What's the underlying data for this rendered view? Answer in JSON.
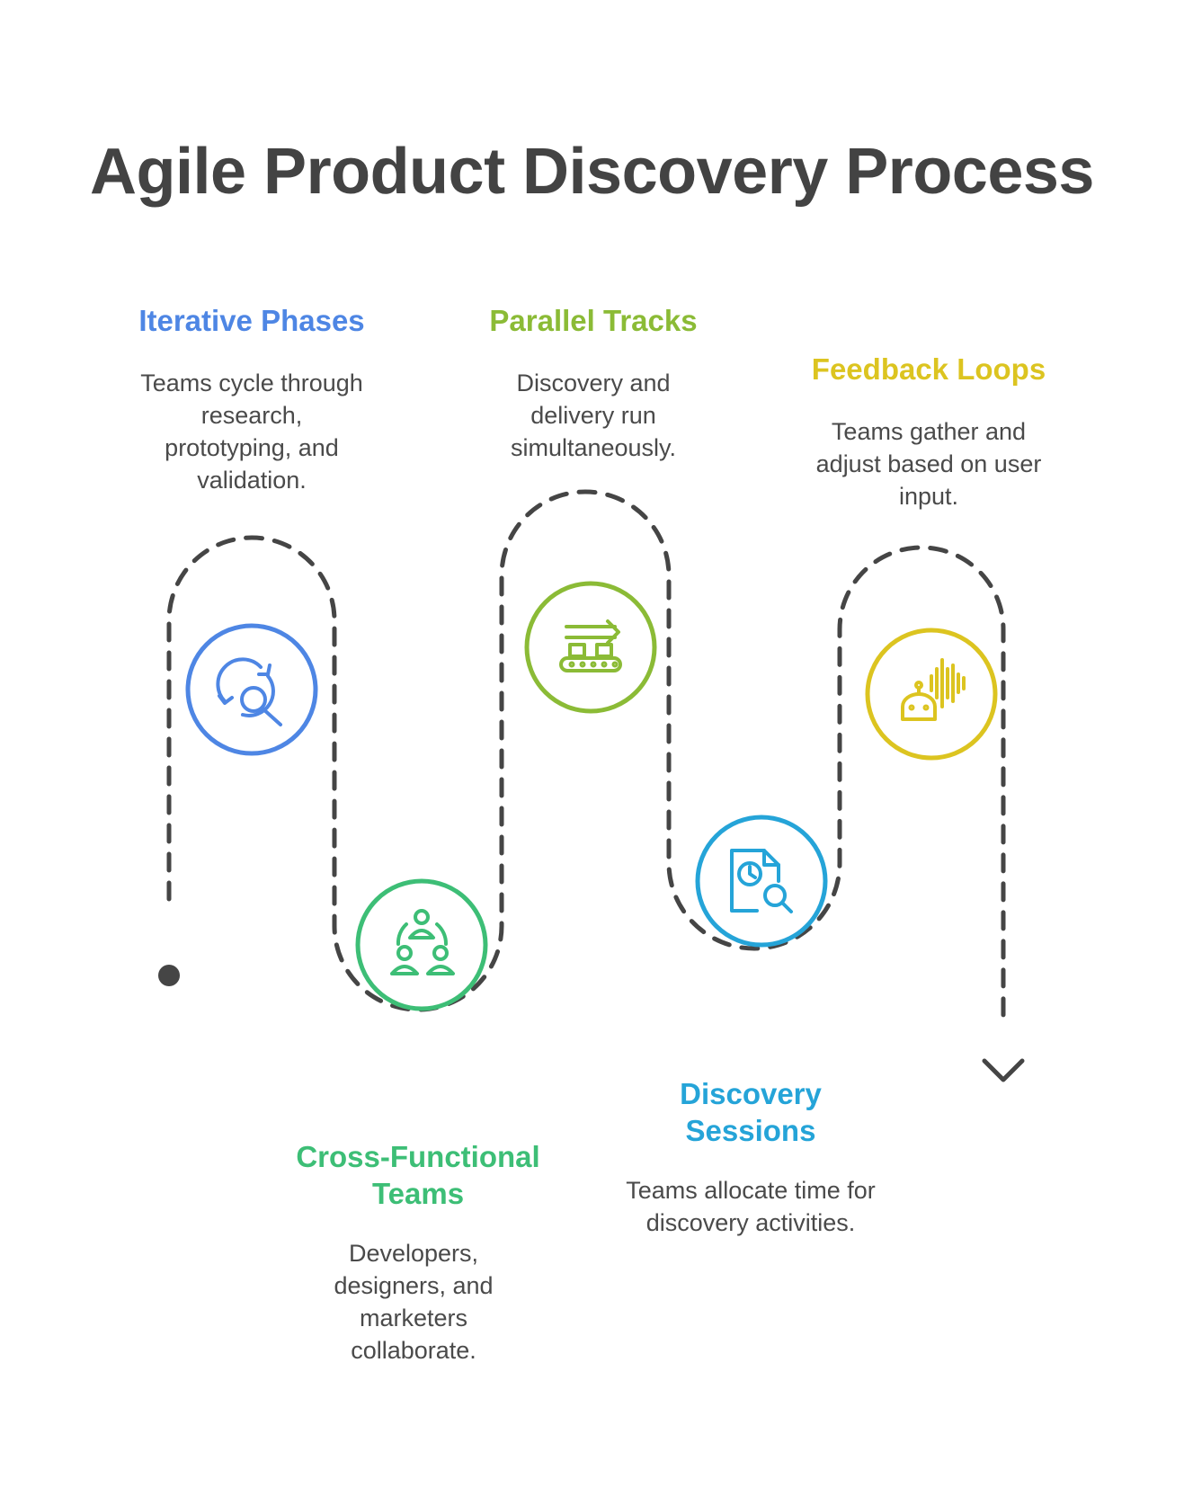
{
  "title": "Agile Product Discovery Process",
  "colors": {
    "path": "#454545",
    "iterative": "#4e86e4",
    "cross_functional": "#3dbe76",
    "parallel": "#8bbb36",
    "sessions": "#25a4d8",
    "feedback": "#dcc420"
  },
  "steps": [
    {
      "id": "iterative",
      "title": "Iterative Phases",
      "description": "Teams cycle through research, prototyping, and validation.",
      "icon": "cycle-search-icon"
    },
    {
      "id": "cross_functional",
      "title": "Cross-Functional Teams",
      "description": "Developers, designers, and marketers collaborate.",
      "icon": "team-network-icon"
    },
    {
      "id": "parallel",
      "title": "Parallel Tracks",
      "description": "Discovery and delivery run simultaneously.",
      "icon": "conveyor-arrow-icon"
    },
    {
      "id": "sessions",
      "title": "Discovery Sessions",
      "description": "Teams allocate time for discovery activities.",
      "icon": "document-clock-search-icon"
    },
    {
      "id": "feedback",
      "title": "Feedback Loops",
      "description": "Teams gather and adjust based on user input.",
      "icon": "robot-soundwave-icon"
    }
  ]
}
